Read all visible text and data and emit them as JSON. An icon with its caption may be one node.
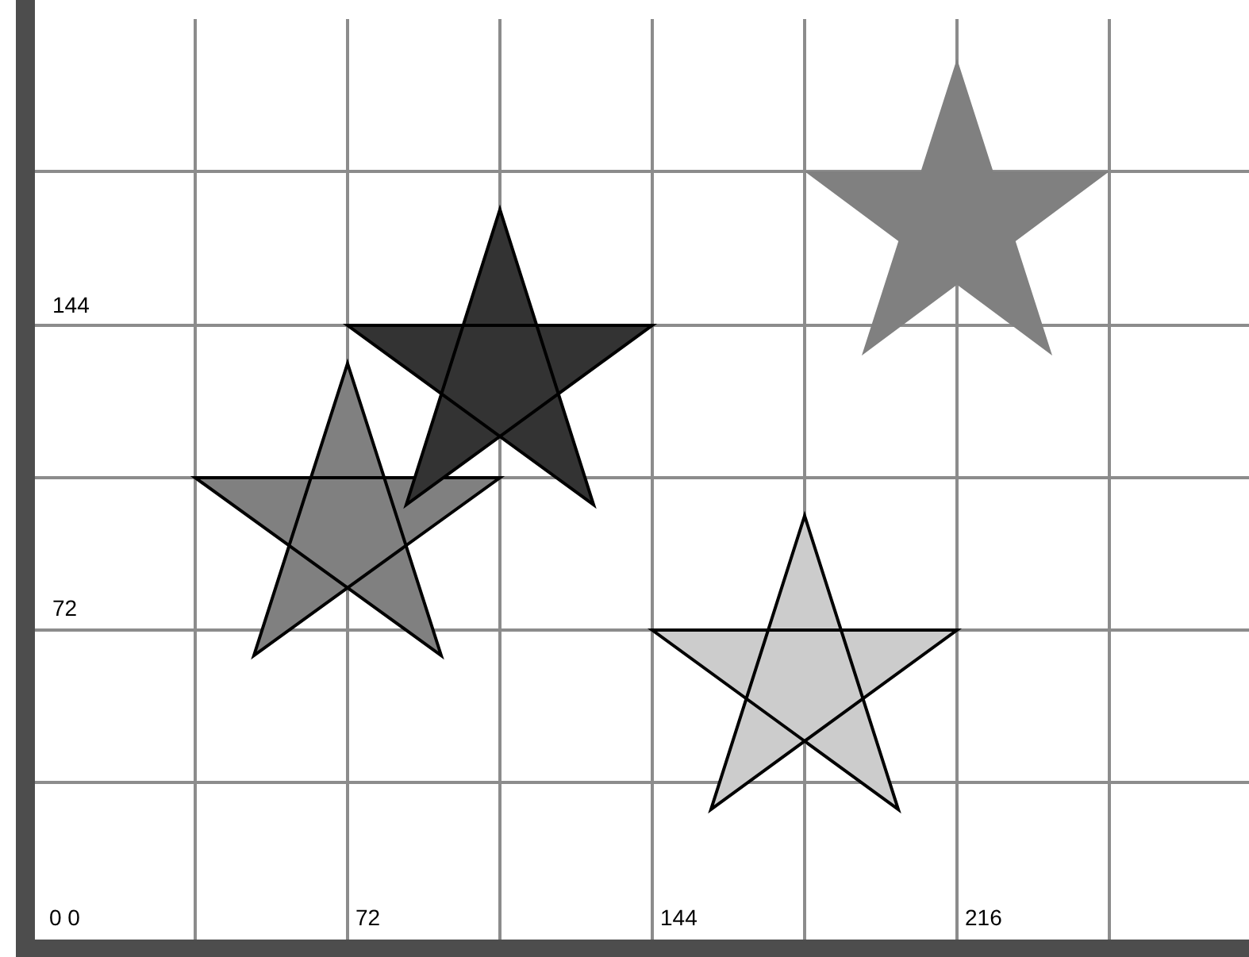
{
  "diagram": {
    "nodes": [
      {
        "text": [],
        "shape": "star"
      },
      {
        "text": [],
        "shape": "star"
      },
      {
        "text": [],
        "shape": "star"
      },
      {
        "text": [],
        "shape": "star"
      }
    ],
    "labels": [
      "144",
      "72",
      "0 0",
      "72",
      "144",
      "216"
    ]
  }
}
